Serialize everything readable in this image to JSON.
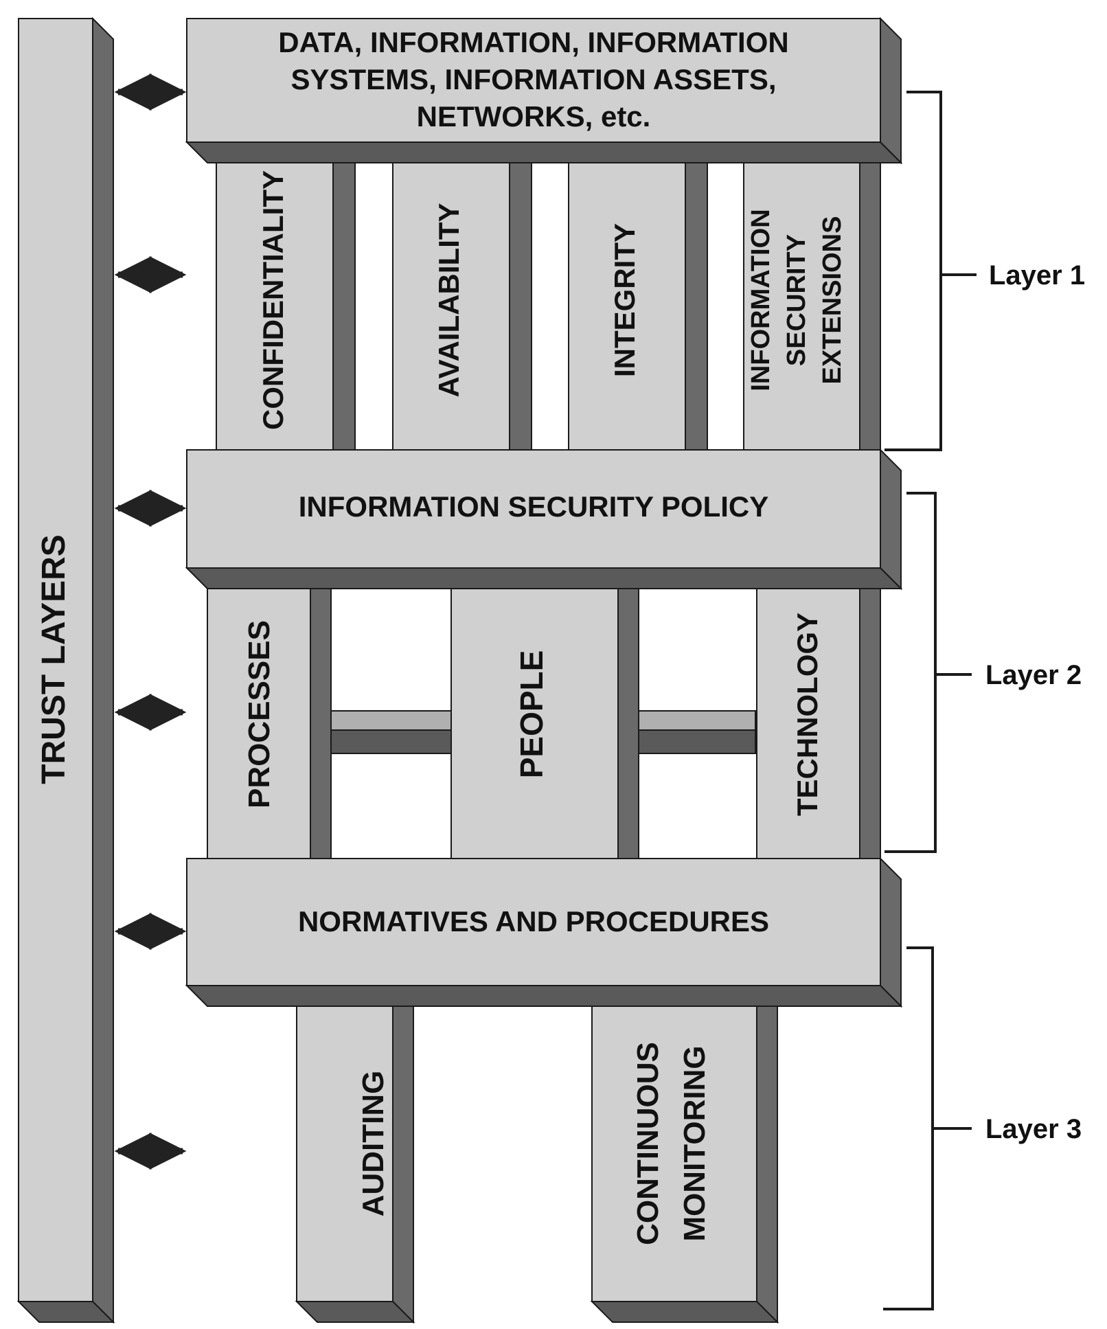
{
  "diagram": {
    "trust_layers": "TRUST LAYERS",
    "top_block": {
      "line1": "DATA, INFORMATION, INFORMATION",
      "line2": "SYSTEMS, INFORMATION ASSETS,",
      "line3": "NETWORKS, etc."
    },
    "layer1_pillars": {
      "confidentiality": "CONFIDENTIALITY",
      "availability": "AVAILABILITY",
      "integrity": "INTEGRITY",
      "ext_line1": "INFORMATION",
      "ext_line2": "SECURITY",
      "ext_line3": "EXTENSIONS"
    },
    "policy_block": "INFORMATION SECURITY POLICY",
    "layer2_pillars": {
      "processes": "PROCESSES",
      "people": "PEOPLE",
      "technology": "TECHNOLOGY"
    },
    "normatives_block": "NORMATIVES AND PROCEDURES",
    "layer3_pillars": {
      "auditing": "AUDITING",
      "monitoring_line1": "CONTINUOUS",
      "monitoring_line2": "MONITORING"
    },
    "layers": {
      "layer1": "Layer 1",
      "layer2": "Layer 2",
      "layer3": "Layer 3"
    }
  },
  "colors": {
    "face": "#d0d0d0",
    "side": "#6a6a6a",
    "edge": "#1a1a1a",
    "connector": "#b0b0b0",
    "text": "#111111"
  }
}
